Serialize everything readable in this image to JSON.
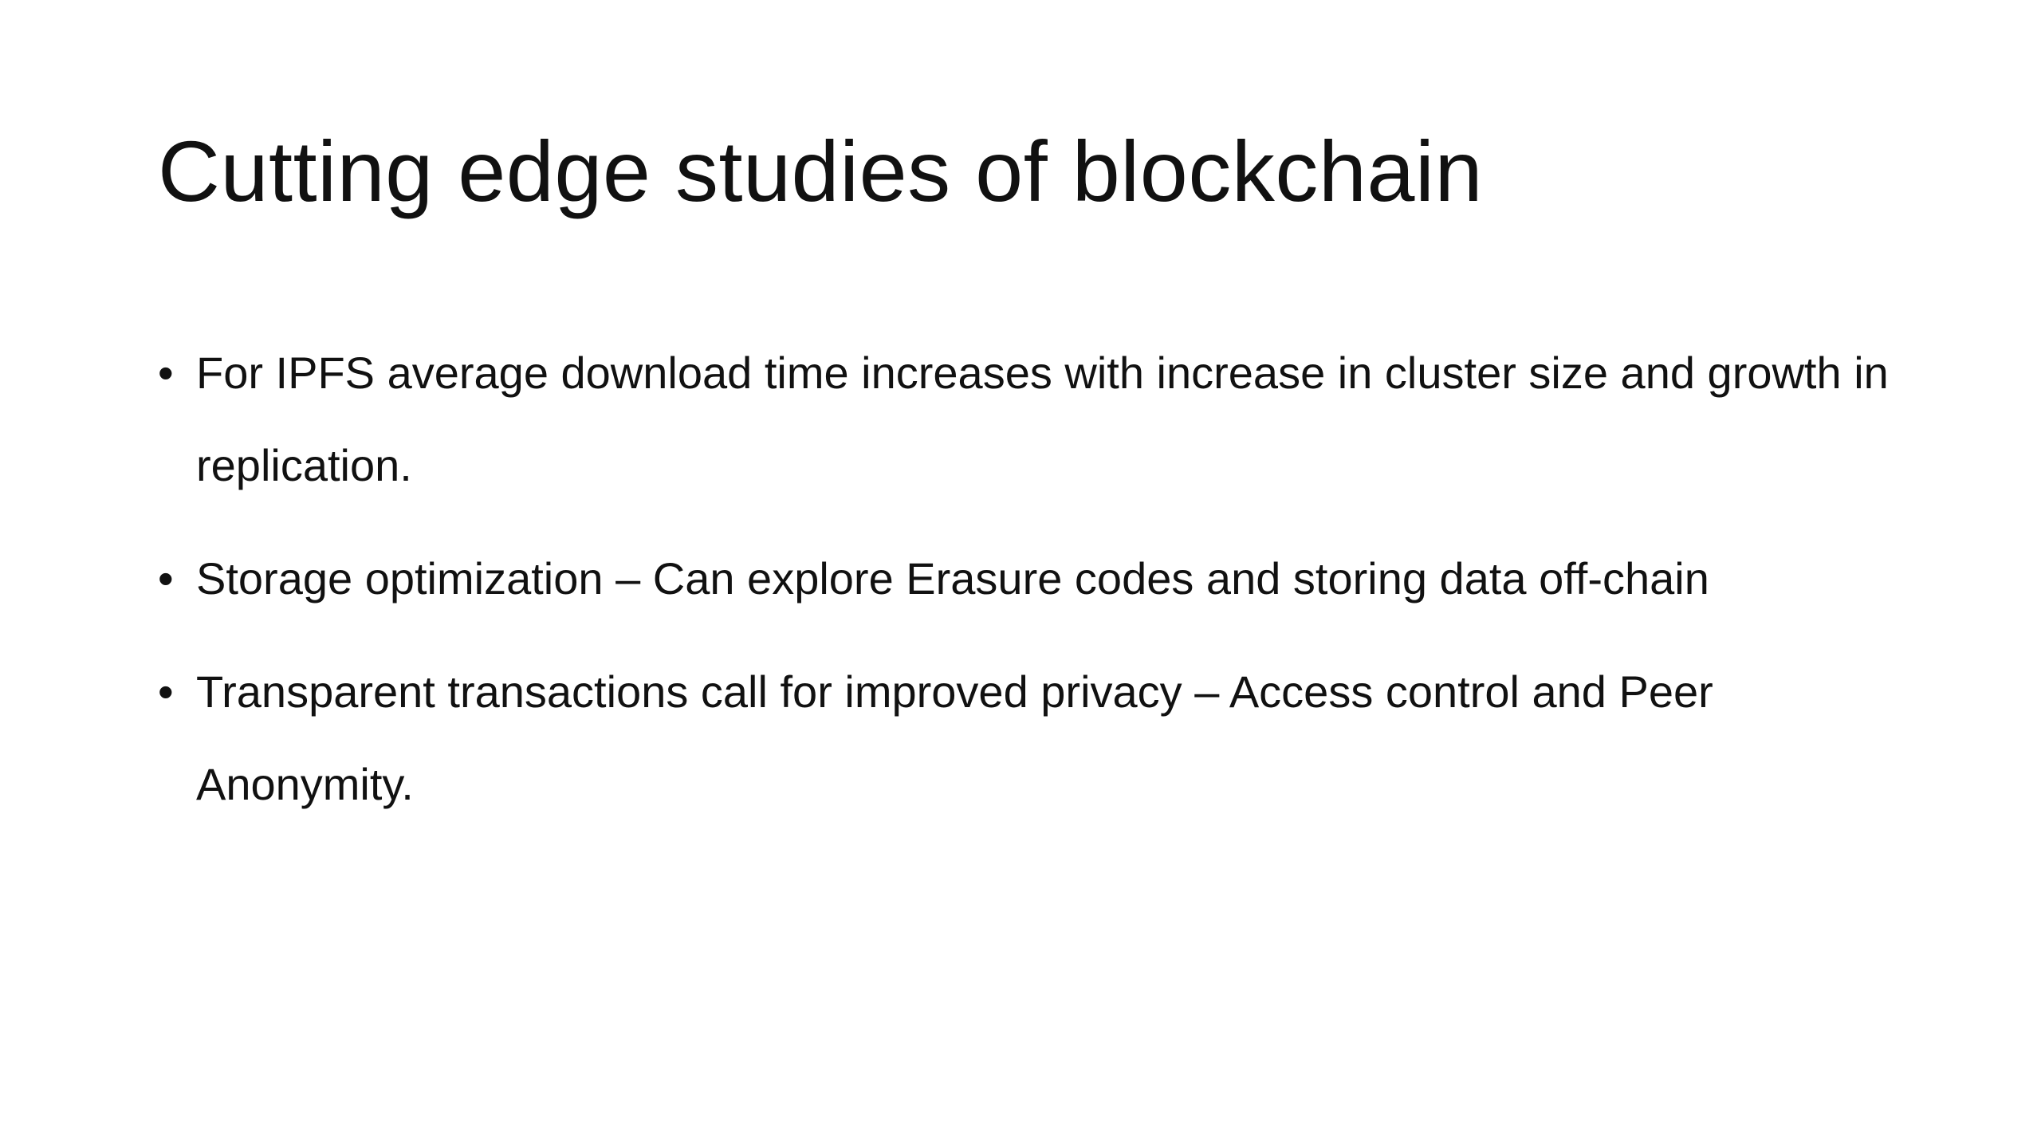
{
  "slide": {
    "title": "Cutting edge studies of blockchain",
    "bullet_symbol": "•",
    "bullets": [
      {
        "text": "For IPFS average download time increases with increase in cluster size and growth in replication."
      },
      {
        "text": "Storage optimization – Can explore Erasure codes and storing data off-chain"
      },
      {
        "text": "Transparent transactions call for improved privacy – Access control and Peer Anonymity."
      }
    ]
  }
}
